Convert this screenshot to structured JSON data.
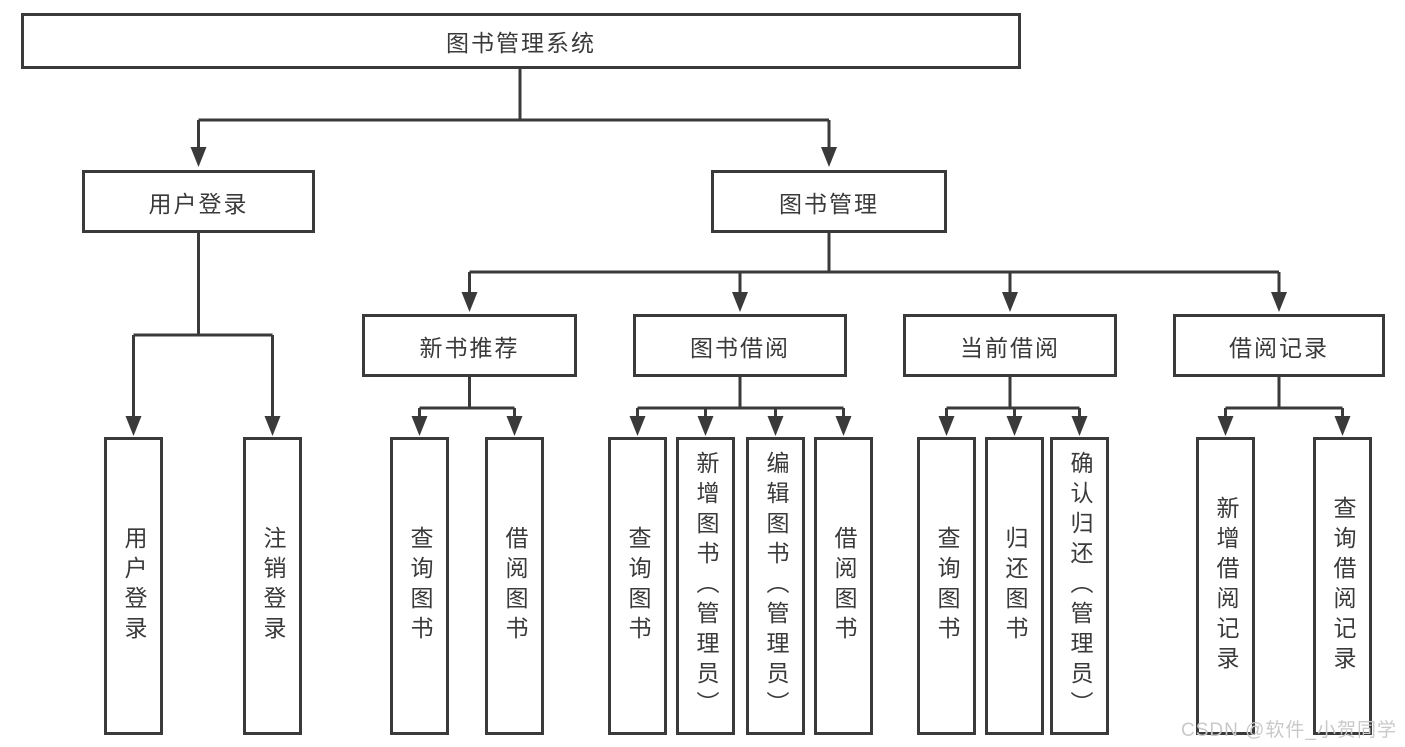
{
  "colors": {
    "line": "#3a3a3a",
    "text": "#3a3a3a",
    "background": "#ffffff",
    "box_fill": "#ffffff",
    "watermark": "#c9c9c9"
  },
  "tree": {
    "label": "图书管理系统",
    "children": [
      {
        "label": "用户登录",
        "children": [
          {
            "label": "用户登录"
          },
          {
            "label": "注销登录"
          }
        ]
      },
      {
        "label": "图书管理",
        "children": [
          {
            "label": "新书推荐",
            "children": [
              {
                "label": "查询图书"
              },
              {
                "label": "借阅图书"
              }
            ]
          },
          {
            "label": "图书借阅",
            "children": [
              {
                "label": "查询图书"
              },
              {
                "label": "新增图书（管理员）"
              },
              {
                "label": "编辑图书（管理员）"
              },
              {
                "label": "借阅图书"
              }
            ]
          },
          {
            "label": "当前借阅",
            "children": [
              {
                "label": "查询图书"
              },
              {
                "label": "归还图书"
              },
              {
                "label": "确认归还（管理员）"
              }
            ]
          },
          {
            "label": "借阅记录",
            "children": [
              {
                "label": "新增借阅记录"
              },
              {
                "label": "查询借阅记录"
              }
            ]
          }
        ]
      }
    ]
  },
  "watermark": {
    "text": "CSDN @软件_小贺同学"
  }
}
